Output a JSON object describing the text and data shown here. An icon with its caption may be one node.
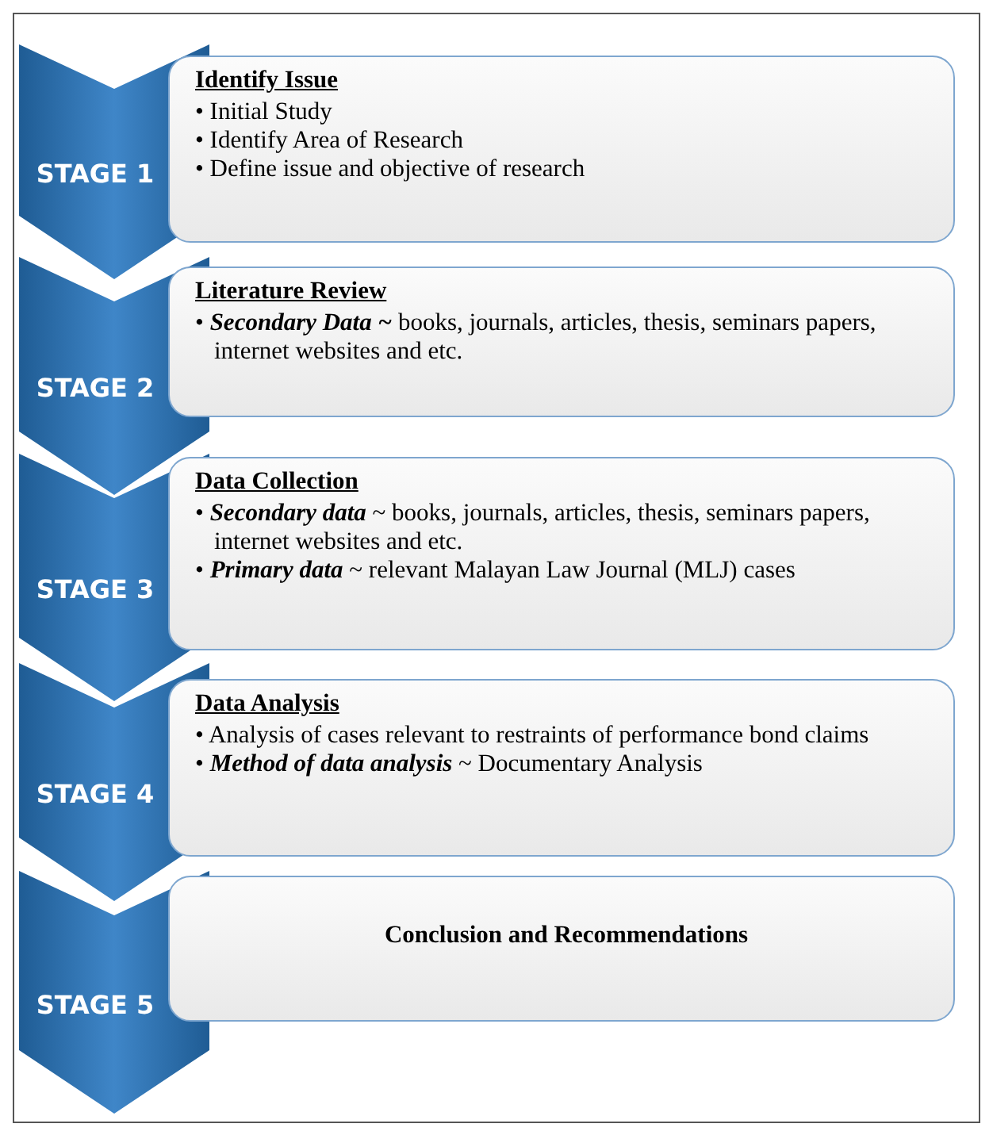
{
  "diagram": {
    "nodes": [
      {
        "text": [
          "STAGE 1"
        ]
      },
      {
        "text": [
          "Identify Issue",
          "• Initial Study",
          "• Identify Area of Research",
          "• Define issue and objective of research"
        ]
      },
      {
        "text": [
          "STAGE 2"
        ]
      },
      {
        "text": [
          "Literature Review",
          "• **Secondary Data ~** books, journals, articles, thesis, seminars papers, internet websites and etc."
        ]
      },
      {
        "text": [
          "STAGE 3"
        ]
      },
      {
        "text": [
          "Data Collection",
          "• **Secondary data** ~ books, journals, articles, thesis, seminars papers, internet websites and etc.",
          "• **Primary data** ~ relevant Malayan Law Journal (MLJ) cases"
        ]
      },
      {
        "text": [
          "STAGE 4"
        ]
      },
      {
        "text": [
          "Data Analysis",
          "• Analysis of cases relevant to restraints of performance bond claims",
          "• **Method of data analysis** ~ Documentary Analysis"
        ]
      },
      {
        "text": [
          "STAGE 5"
        ]
      },
      {
        "text": [
          "Conclusion and Recommendations"
        ]
      }
    ]
  }
}
